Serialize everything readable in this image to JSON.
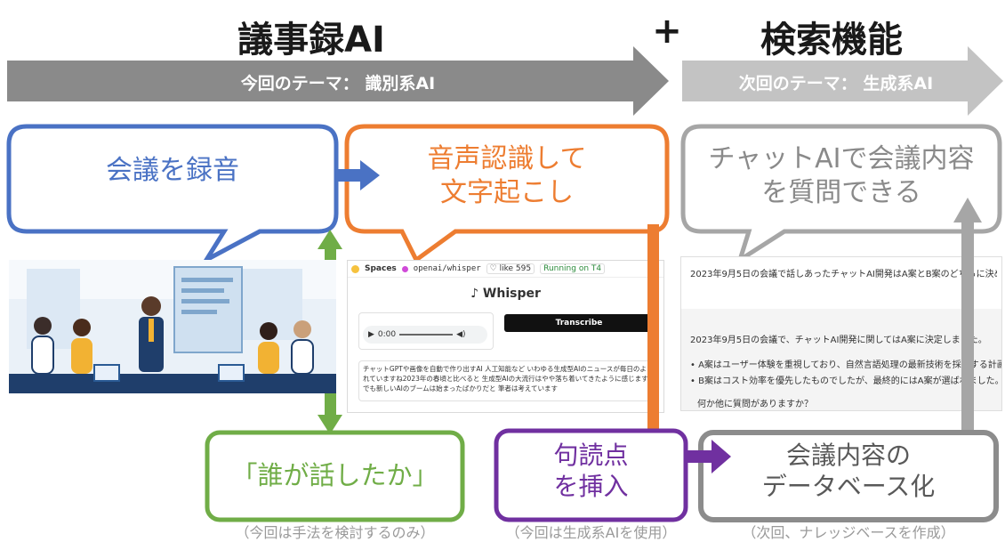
{
  "header": {
    "title_left": "議事録AI",
    "plus": "+",
    "title_right": "検索機能"
  },
  "theme_bar": {
    "current": "今回のテーマ： 識別系AI",
    "next": "次回のテーマ： 生成系AI"
  },
  "bubbles": {
    "record": "会議を録音",
    "transcribe": [
      "音声認識して",
      "文字起こし"
    ],
    "chat": [
      "チャットAIで会議内容",
      "を質問できる"
    ]
  },
  "boxes": {
    "speaker": "「誰が話したか」",
    "punct": [
      "句読点",
      "を挿入"
    ],
    "database": [
      "会議内容の",
      "データベース化"
    ]
  },
  "captions": {
    "speaker": "（今回は手法を検討するのみ）",
    "punct": "（今回は生成系AIを使用）",
    "database": "（次回、ナレッジベースを作成）"
  },
  "whisper_ui": {
    "spaces": "Spaces",
    "repo": "openai/whisper",
    "like": "like",
    "like_count": "595",
    "running": "Running on T4",
    "title": "Whisper",
    "time": "0:00",
    "transcribe_button": "Transcribe",
    "output_text": [
      "チャットGPTや画像を自動で作り出すAI 人工知能など いわゆる生成型AIのニュースが毎日のように",
      "れていますね2023年の春頃と比べると 生成型AIの大流行はやや落ち着いてきたように感じますがそ",
      "でも新しいAIのブームは始まったばかりだと 筆者は考えています"
    ]
  },
  "chat_ui": {
    "question": "2023年9月5日の会議で話しあったチャットAI開発はA案とB案のどちらに決めましたか？",
    "answer_intro": "2023年9月5日の会議で、チャットAI開発に関してはA案に決定しました。",
    "bullets": [
      "A案はユーザー体験を重視しており、自然言語処理の最新技術を採用する計画です。",
      "B案はコスト効率を優先したものでしたが、最終的にはA案が選ばれました。"
    ],
    "followup": "何か他に質問がありますか？"
  },
  "colors": {
    "blue": "#4a72c4",
    "orange": "#ed7d31",
    "green": "#70ad47",
    "purple": "#7030a0",
    "dark_gray_bar": "#8a8a8a",
    "light_gray_bar": "#c3c3c3",
    "gray_box": "#8c8c8c"
  }
}
